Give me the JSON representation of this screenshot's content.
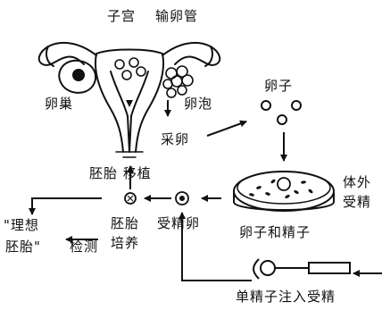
{
  "labels": {
    "uterus": "子宫",
    "oviduct": "输卵管",
    "ovary": "卵巢",
    "follicle": "卵泡",
    "egg": "卵子",
    "egg_retrieval": "采卵",
    "embryo_transfer": "胚胎 移植",
    "ivf": [
      "体外",
      "受精"
    ],
    "egg_and_sperm": "卵子和精子",
    "ideal_embryo": [
      "\"理想",
      "胚胎\""
    ],
    "detection": "检测",
    "embryo_culture": [
      "胚胎",
      "培养"
    ],
    "fertilized_egg": "受精卵",
    "icsi": "单精子注入受精"
  },
  "colors": {
    "ink": "#111111",
    "paper": "#ffffff"
  }
}
